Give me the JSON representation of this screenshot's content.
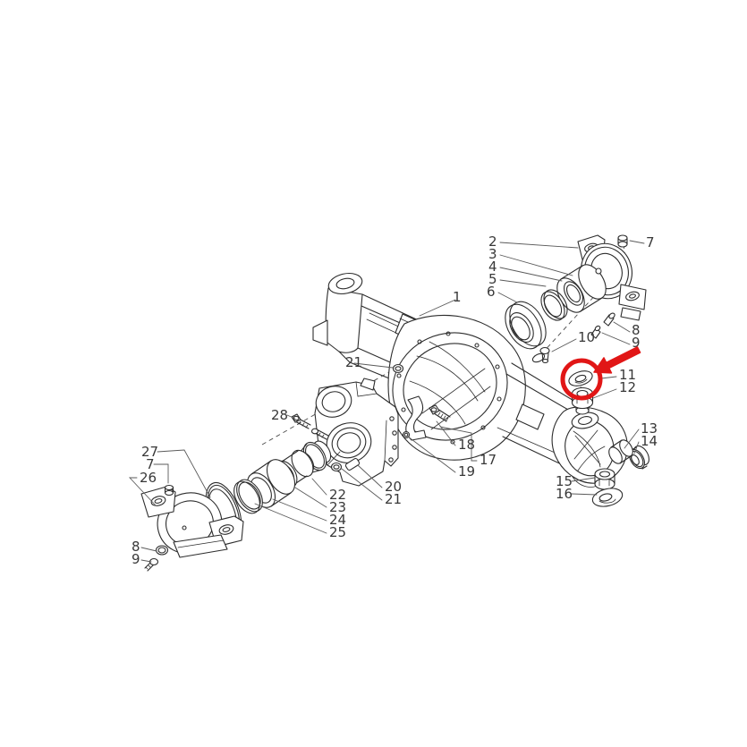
{
  "figure": {
    "type": "exploded-parts-diagram",
    "subject": "axle housing assembly technical drawing",
    "background_color": "#ffffff",
    "line_color": "#2d2d2d",
    "label_color": "#383838",
    "highlight_color": "#e11616"
  },
  "callouts": [
    {
      "text": "1"
    },
    {
      "text": "2"
    },
    {
      "text": "3"
    },
    {
      "text": "4"
    },
    {
      "text": "5"
    },
    {
      "text": "6"
    },
    {
      "text": "7"
    },
    {
      "text": "8"
    },
    {
      "text": "9"
    },
    {
      "text": "10"
    },
    {
      "text": "11"
    },
    {
      "text": "12"
    },
    {
      "text": "13"
    },
    {
      "text": "14"
    },
    {
      "text": "15"
    },
    {
      "text": "16"
    },
    {
      "text": "17"
    },
    {
      "text": "18"
    },
    {
      "text": "19"
    },
    {
      "text": "20"
    },
    {
      "text": "21"
    },
    {
      "text": "21"
    },
    {
      "text": "22"
    },
    {
      "text": "23"
    },
    {
      "text": "24"
    },
    {
      "text": "25"
    },
    {
      "text": "26"
    },
    {
      "text": "27"
    },
    {
      "text": "28"
    },
    {
      "text": "7"
    },
    {
      "text": "8"
    },
    {
      "text": "9"
    }
  ],
  "highlight": {
    "type": "circle-with-arrow",
    "color": "#e11616",
    "points_to_callout": "11"
  }
}
